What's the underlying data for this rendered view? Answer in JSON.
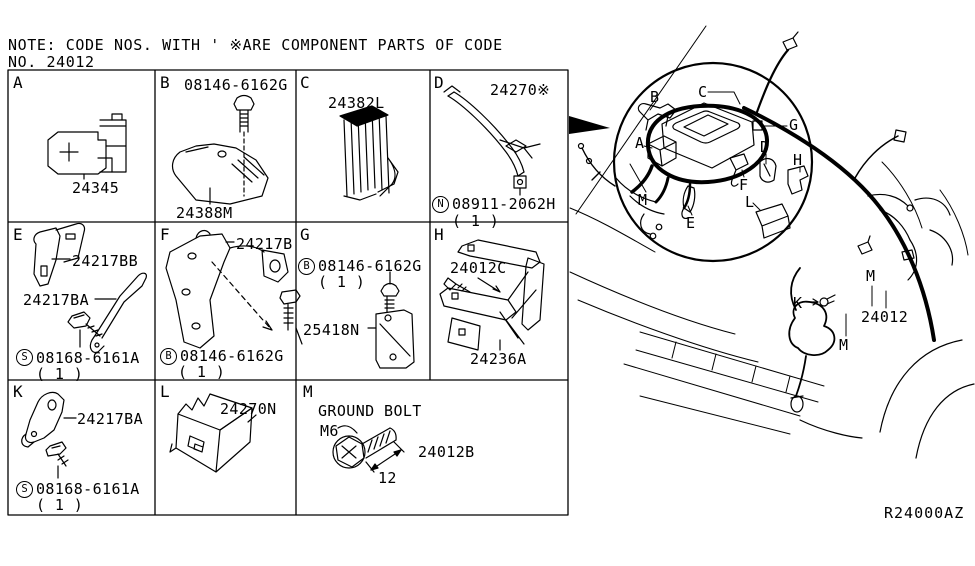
{
  "note": {
    "line1": "NOTE: CODE NOS. WITH ' ※ARE COMPONENT PARTS OF CODE",
    "line2": "NO. 24012"
  },
  "ref_code": "R24000AZ",
  "cells": {
    "a": {
      "letter": "A",
      "part": "24345"
    },
    "b": {
      "letter": "B",
      "bolt": "08146-6162G",
      "part": "24388M"
    },
    "c": {
      "letter": "C",
      "part": "24382L"
    },
    "d": {
      "letter": "D",
      "part": "24270※",
      "nut_marker": "N",
      "nut": "08911-2062H",
      "qty": "( 1 )"
    },
    "e": {
      "letter": "E",
      "part_upper": "24217BB",
      "part_lower": "24217BA",
      "screw_marker": "S",
      "screw": "08168-6161A",
      "qty": "( 1 )"
    },
    "f": {
      "letter": "F",
      "part": "24217B",
      "bolt_marker": "B",
      "bolt": "08146-6162G",
      "qty": "( 1 )"
    },
    "g": {
      "letter": "G",
      "bolt_marker": "B",
      "bolt": "08146-6162G",
      "qty": "( 1 )",
      "part": "25418N"
    },
    "h": {
      "letter": "H",
      "part_upper": "24012C",
      "part_lower": "24236A"
    },
    "k": {
      "letter": "K",
      "part": "24217BA",
      "screw_marker": "S",
      "screw": "08168-6161A",
      "qty": "( 1 )"
    },
    "l": {
      "letter": "L",
      "part": "24270N"
    },
    "m": {
      "letter": "M",
      "title": "GROUND BOLT",
      "thread_size": "M6",
      "part": "24012B",
      "shank_length": "12"
    }
  },
  "overview": {
    "callouts": {
      "a": "A",
      "b": "B",
      "c": "C",
      "d": "D",
      "e": "E",
      "f": "F",
      "g": "G",
      "h": "H",
      "k": "K",
      "l": "L",
      "m": "M",
      "m2": "M",
      "m3": "M"
    },
    "harness_part": "24012"
  }
}
